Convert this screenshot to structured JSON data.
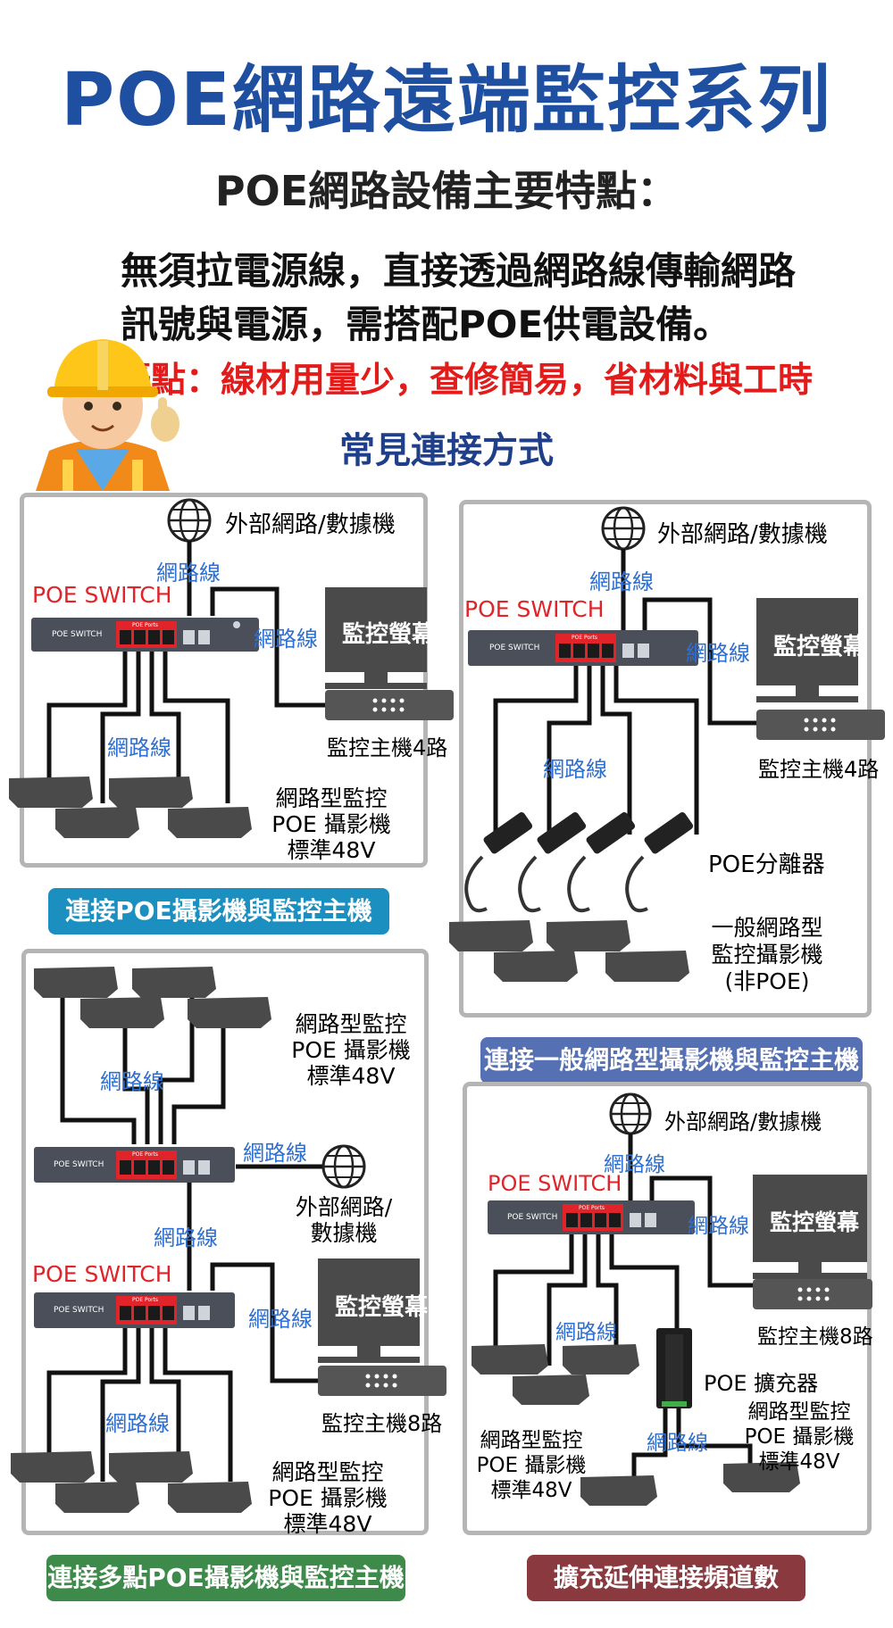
{
  "header": {
    "title": "POE網路遠端監控系列",
    "subtitle": "POE網路設備主要特點：",
    "line1": "無須拉電源線，直接透過網路線傳輸網路",
    "line2": "訊號與電源，需搭配POE供電設備。",
    "advantage": "優點：線材用量少，查修簡易，省材料與工時",
    "section": "常見連接方式"
  },
  "common": {
    "cable": "網路線",
    "poe_switch": "POE SWITCH",
    "switch_face": "POE SWITCH",
    "switch_ports": "POE Ports",
    "external": "外部網路/數據機",
    "monitor": "監控螢幕",
    "camera_line1": "網路型監控",
    "camera_line2": "POE 攝影機",
    "camera_line3": "標準48V"
  },
  "panel1": {
    "nvr": "監控主機4路",
    "caption": "連接POE攝影機與監控主機"
  },
  "panel2": {
    "nvr": "監控主機4路",
    "splitter": "POE分離器",
    "cam_line1": "一般網路型",
    "cam_line2": "監控攝影機",
    "cam_line3": "(非POE)",
    "caption": "連接一般網路型攝影機與監控主機"
  },
  "panel3": {
    "ext_line1": "外部網路/",
    "ext_line2": "數據機",
    "nvr": "監控主機8路",
    "caption": "連接多點POE攝影機與監控主機"
  },
  "panel4": {
    "nvr": "監控主機8路",
    "extender": "POE 擴充器",
    "caption": "擴充延伸連接頻道數"
  },
  "colors": {
    "title_blue": "#1f4fa0",
    "advantage_red": "#e21b1b",
    "badge1": "#1a8fc0",
    "badge2": "#5570b3",
    "badge3": "#3e8a4a",
    "badge4": "#8a3a3f",
    "cable_blue": "#2f6fd0",
    "switch_red": "#e0242a"
  }
}
